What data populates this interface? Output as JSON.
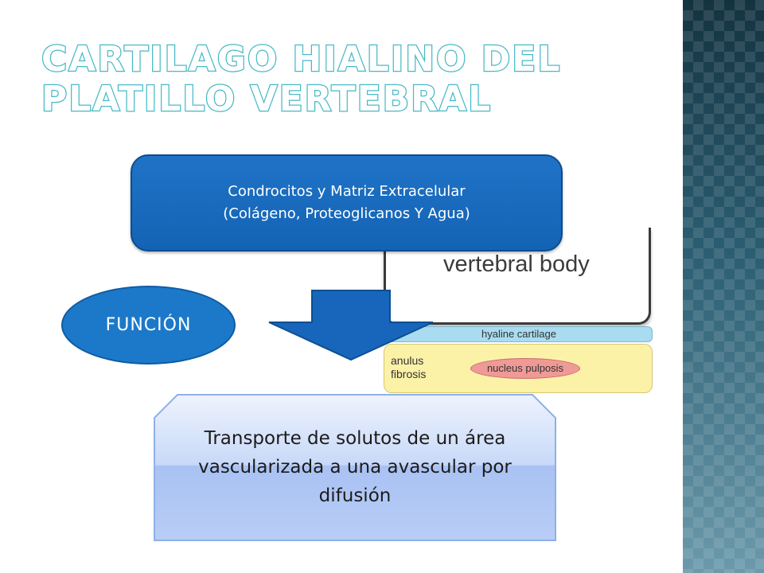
{
  "title": "Cartilago hialino del platillo vertebral",
  "top_box": {
    "line1": "Condrocitos y Matriz Extracelular",
    "line2": "(Colágeno, Proteoglicanos Y Agua)"
  },
  "funcion_label": "FUNCIÓN",
  "bottom_box": {
    "text": "Transporte de solutos de un área vascularizada a una avascular por difusión"
  },
  "diagram": {
    "vertebral_body": "vertebral body",
    "hyaline_cartilage": "hyaline cartilage",
    "anulus_fibrosis": "anulus fibrosis",
    "nucleus_pulposis": "nucleus pulposis"
  },
  "colors": {
    "box_blue": "#1f73c7",
    "title_outline": "#47b9c6",
    "side_band": "#2f6478"
  }
}
